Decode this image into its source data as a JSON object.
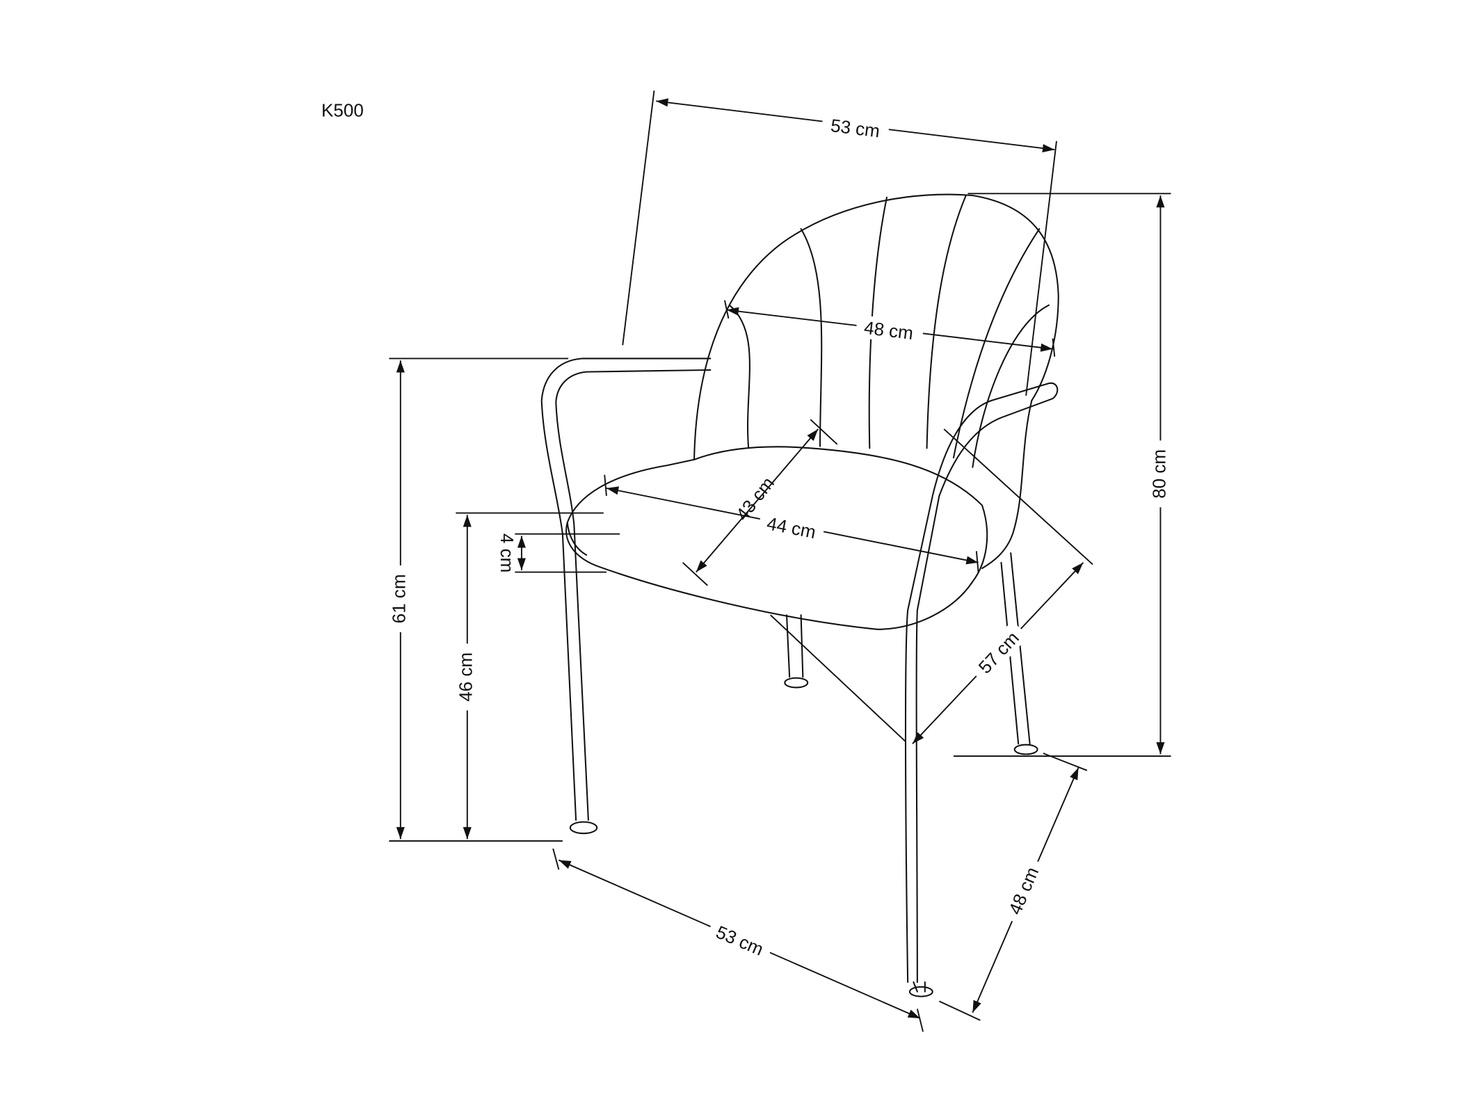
{
  "model": "K500",
  "dimensions": {
    "total_width": "53 cm",
    "back_width": "48 cm",
    "total_height": "80 cm",
    "armrest_height": "61 cm",
    "seat_height": "46 cm",
    "seat_thickness": "4 cm",
    "seat_depth": "43 cm",
    "seat_width": "44 cm",
    "total_depth_diagonal": "57 cm",
    "base_width": "53 cm",
    "base_depth": "48 cm"
  },
  "colors": {
    "line": "#111111",
    "background": "#ffffff"
  }
}
